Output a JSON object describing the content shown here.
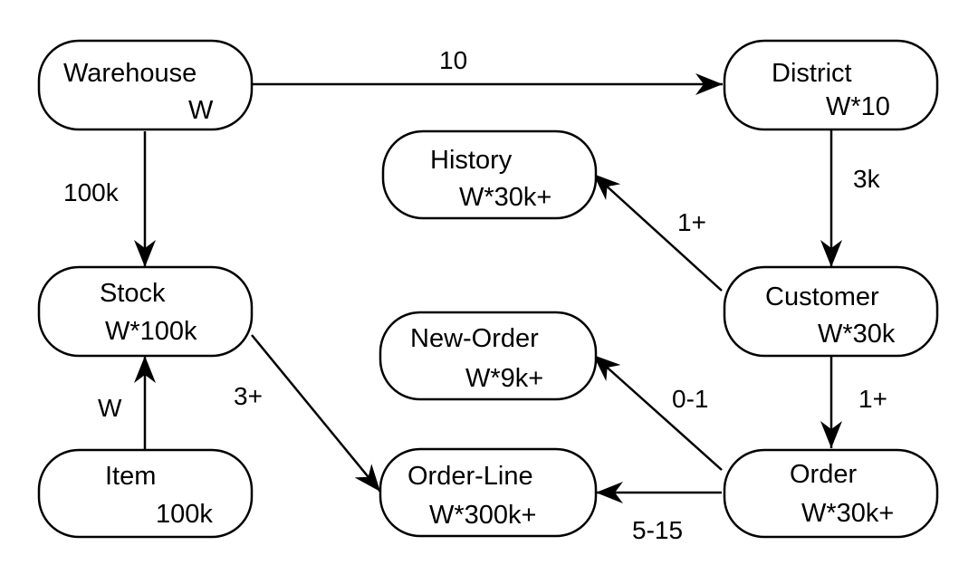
{
  "nodes": {
    "warehouse": {
      "name": "Warehouse",
      "cardinality": "W"
    },
    "district": {
      "name": "District",
      "cardinality": "W*10"
    },
    "history": {
      "name": "History",
      "cardinality": "W*30k+"
    },
    "stock": {
      "name": "Stock",
      "cardinality": "W*100k"
    },
    "customer": {
      "name": "Customer",
      "cardinality": "W*30k"
    },
    "new_order": {
      "name": "New-Order",
      "cardinality": "W*9k+"
    },
    "item": {
      "name": "Item",
      "cardinality": "100k"
    },
    "order_line": {
      "name": "Order-Line",
      "cardinality": "W*300k+"
    },
    "order": {
      "name": "Order",
      "cardinality": "W*30k+"
    }
  },
  "edges": {
    "warehouse_district": "10",
    "warehouse_stock": "100k",
    "district_customer": "3k",
    "customer_history": "1+",
    "customer_order": "1+",
    "item_stock": "W",
    "stock_order_line": "3+",
    "order_new_order": "0-1",
    "order_order_line": "5-15"
  }
}
